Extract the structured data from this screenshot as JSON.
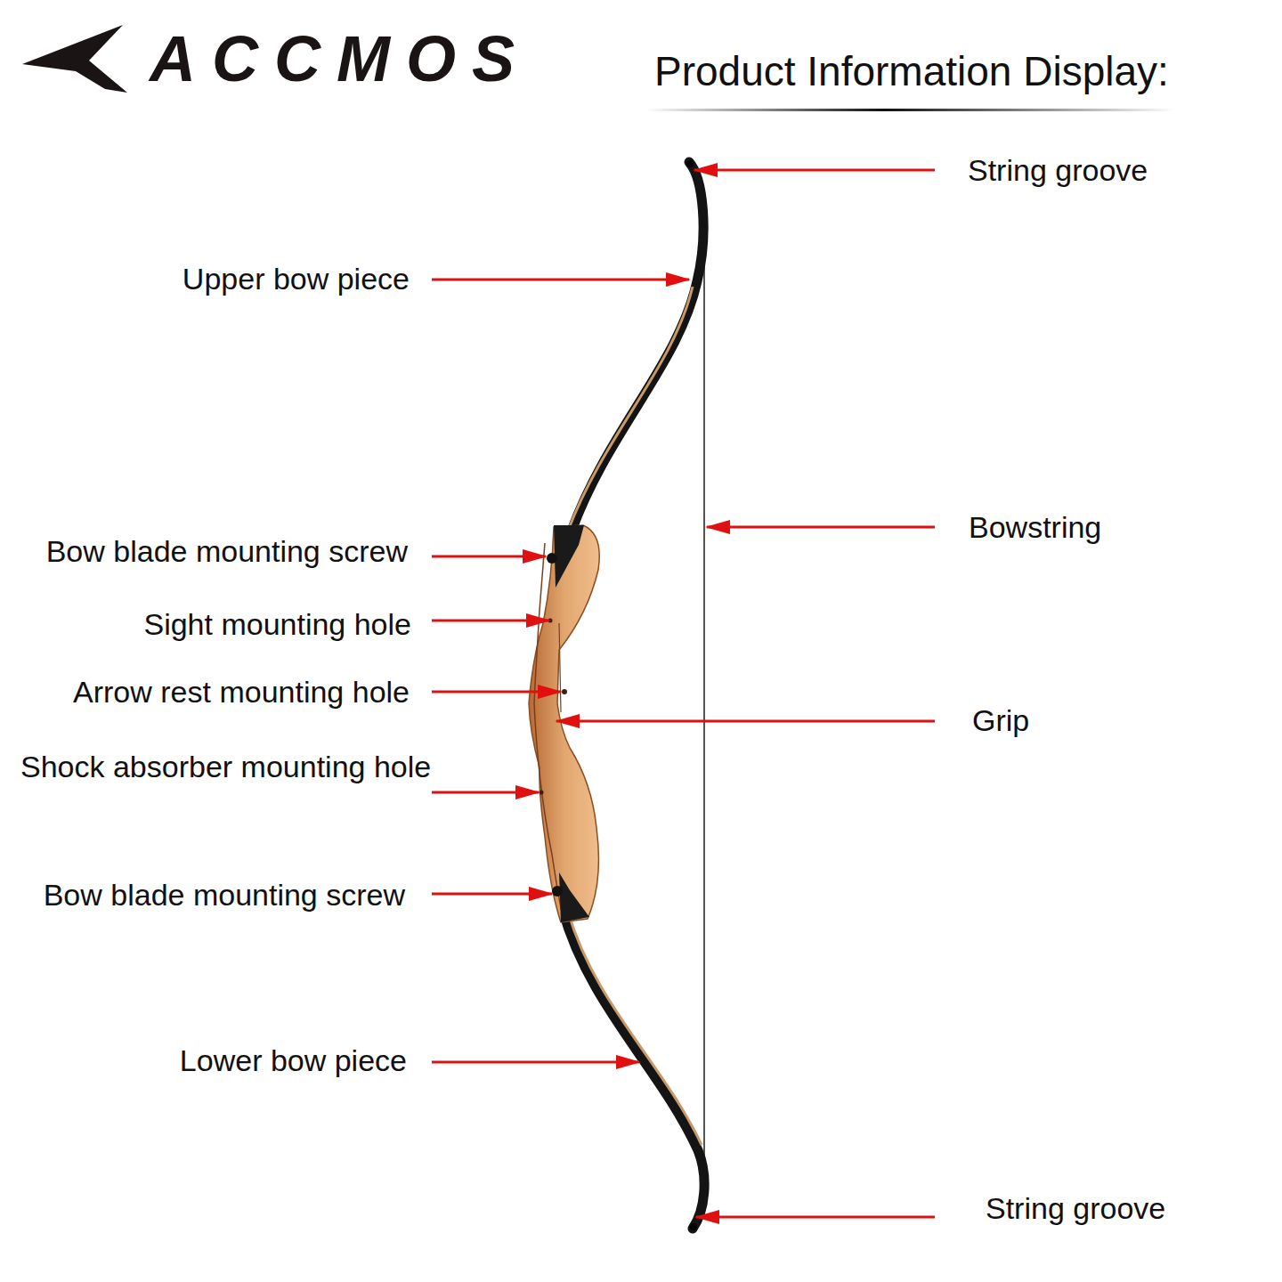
{
  "diagram": {
    "title": "Product Information Display:",
    "labels": [
      "ACCMOS",
      "String groove",
      "Upper bow piece",
      "Bowstring",
      "Bow blade mounting screw",
      "Sight mounting hole",
      "Arrow rest mounting hole",
      "Grip",
      "Shock absorber mounting hole",
      "Bow blade mounting screw",
      "Lower bow piece",
      "String groove"
    ]
  }
}
